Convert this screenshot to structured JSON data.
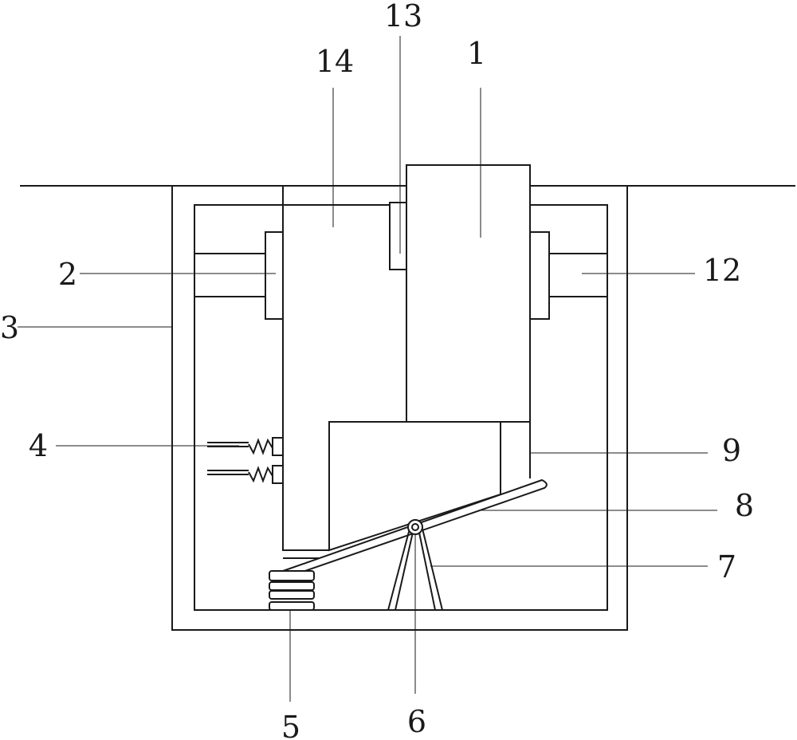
{
  "labels": {
    "l1": "1",
    "l2": "2",
    "l3": "3",
    "l4": "4",
    "l5": "5",
    "l6": "6",
    "l7": "7",
    "l8": "8",
    "l9": "9",
    "l12": "12",
    "l13": "13",
    "l14": "14"
  },
  "colors": {
    "stroke": "#1a1a1a",
    "background": "#ffffff"
  }
}
